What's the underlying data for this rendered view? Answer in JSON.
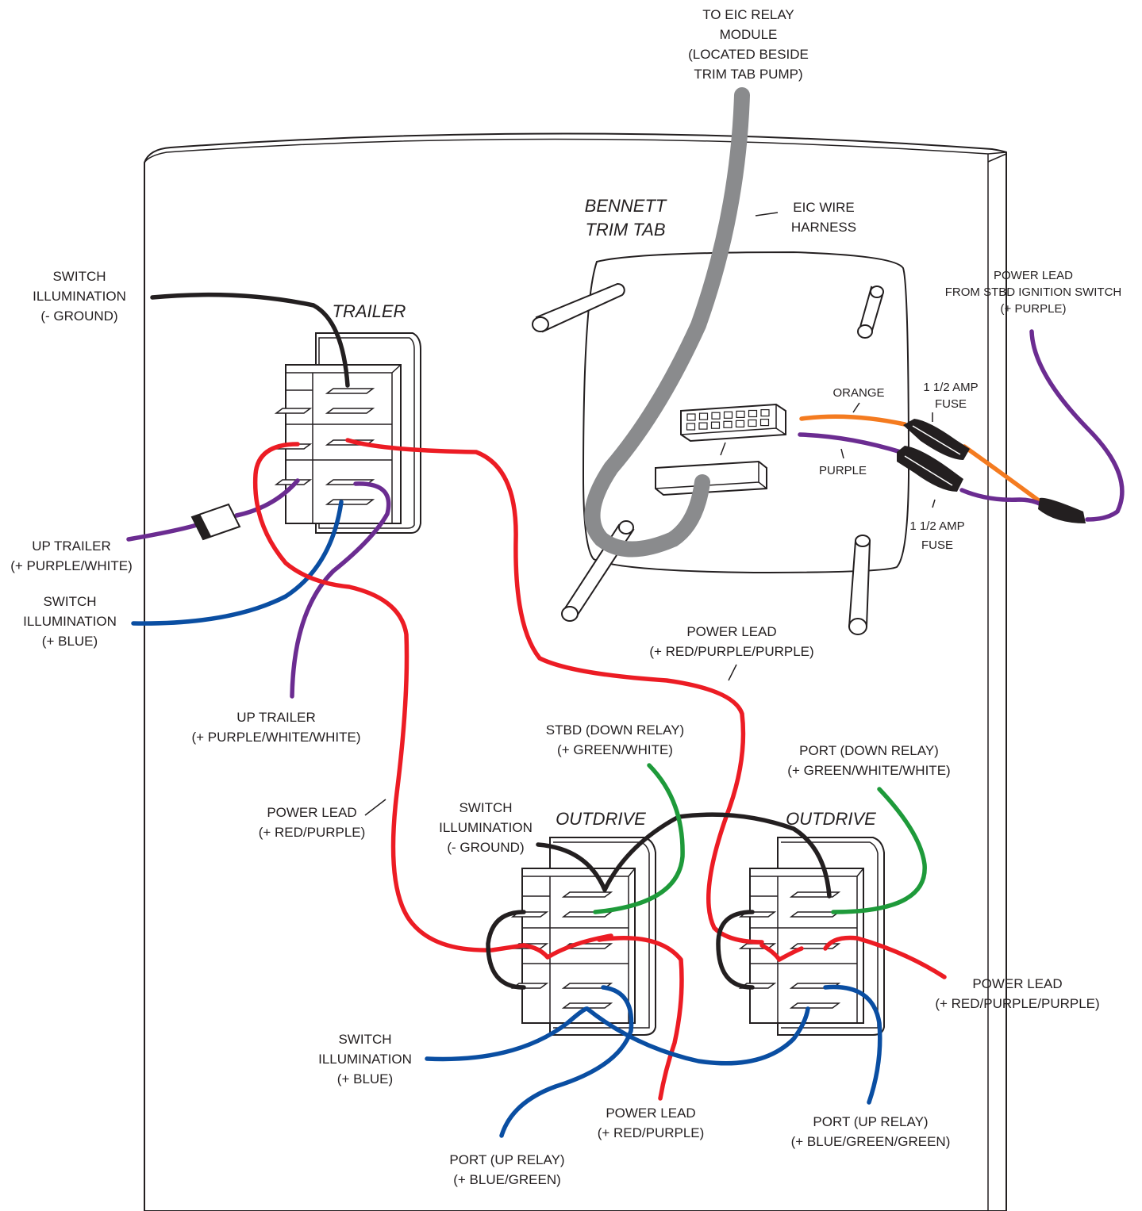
{
  "colors": {
    "red": "#ec1c24",
    "black": "#231f20",
    "blue": "#0a4ea2",
    "purple": "#6b2c91",
    "green": "#1e9a3a",
    "orange": "#f47b20",
    "harness_gray": "#8a8b8d"
  },
  "components": {
    "trailer_switch": "TRAILER",
    "trim_tab": [
      "BENNETT",
      "TRIM TAB"
    ],
    "outdrive_left": "OUTDRIVE",
    "outdrive_right": "OUTDRIVE"
  },
  "labels": {
    "eic_relay": [
      "TO EIC RELAY",
      "MODULE",
      "(LOCATED BESIDE",
      "TRIM TAB PUMP)"
    ],
    "eic_harness": [
      "EIC WIRE",
      "HARNESS"
    ],
    "power_stbd": [
      "POWER LEAD",
      "FROM STBD IGNITION SWITCH",
      "(+ PURPLE)"
    ],
    "illum_ground_top": [
      "SWITCH",
      "ILLUMINATION",
      "(- GROUND)"
    ],
    "orange": "ORANGE",
    "purple": "PURPLE",
    "fuse_top": [
      "1 1/2 AMP",
      "FUSE"
    ],
    "fuse_bottom": [
      "1 1/2 AMP",
      "FUSE"
    ],
    "up_trailer": [
      "UP TRAILER",
      "(+ PURPLE/WHITE)"
    ],
    "illum_blue_left": [
      "SWITCH",
      "ILLUMINATION",
      "(+ BLUE)"
    ],
    "power_rpp_mid": [
      "POWER LEAD",
      "(+ RED/PURPLE/PURPLE)"
    ],
    "up_trailer_2": [
      "UP TRAILER",
      "(+ PURPLE/WHITE/WHITE)"
    ],
    "stbd_down": [
      "STBD (DOWN RELAY)",
      "(+ GREEN/WHITE)"
    ],
    "port_down": [
      "PORT (DOWN RELAY)",
      "(+ GREEN/WHITE/WHITE)"
    ],
    "power_rp_left": [
      "POWER LEAD",
      "(+ RED/PURPLE)"
    ],
    "illum_ground_mid": [
      "SWITCH",
      "ILLUMINATION",
      "(- GROUND)"
    ],
    "power_rpp_right": [
      "POWER LEAD",
      "(+ RED/PURPLE/PURPLE)"
    ],
    "illum_blue_bottom": [
      "SWITCH",
      "ILLUMINATION",
      "(+ BLUE)"
    ],
    "power_rp_bottom": [
      "POWER LEAD",
      "(+ RED/PURPLE)"
    ],
    "port_up_right": [
      "PORT (UP RELAY)",
      "(+ BLUE/GREEN/GREEN)"
    ],
    "port_up_left": [
      "PORT (UP RELAY)",
      "(+ BLUE/GREEN)"
    ]
  }
}
